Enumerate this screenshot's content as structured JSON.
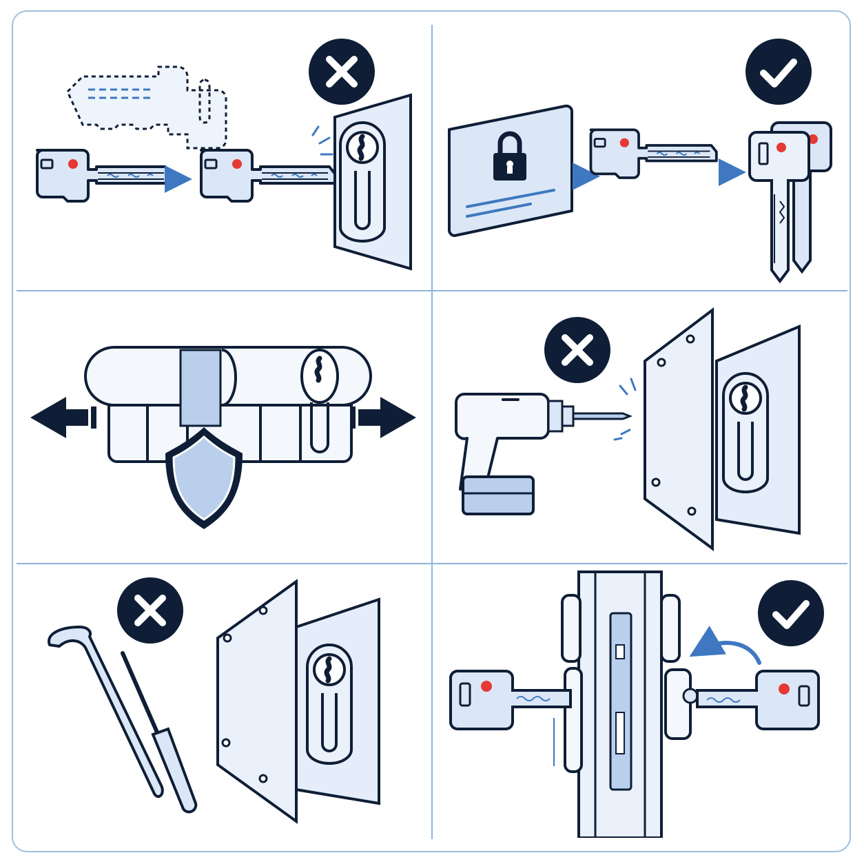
{
  "figure": {
    "colors": {
      "outline": "#0f1e36",
      "accent_blue": "#3f78c0",
      "fill_light": "#dbe7f7",
      "fill_mid": "#b9cfec",
      "red_dot": "#e53935",
      "badge": "#0f1e36",
      "divider": "#8fb3dc"
    },
    "panels": [
      {
        "id": "key-copy",
        "verdict": "wrong",
        "badge_icon": "cross-icon"
      },
      {
        "id": "security-card",
        "verdict": "correct",
        "badge_icon": "check-icon"
      },
      {
        "id": "anti-snap-cylinder",
        "verdict": "info",
        "badge_icon": "shield-icon"
      },
      {
        "id": "anti-drill-plate",
        "verdict": "wrong",
        "badge_icon": "cross-icon"
      },
      {
        "id": "anti-pry-plate",
        "verdict": "wrong",
        "badge_icon": "cross-icon"
      },
      {
        "id": "double-key-operation",
        "verdict": "correct",
        "badge_icon": "check-icon"
      }
    ]
  }
}
